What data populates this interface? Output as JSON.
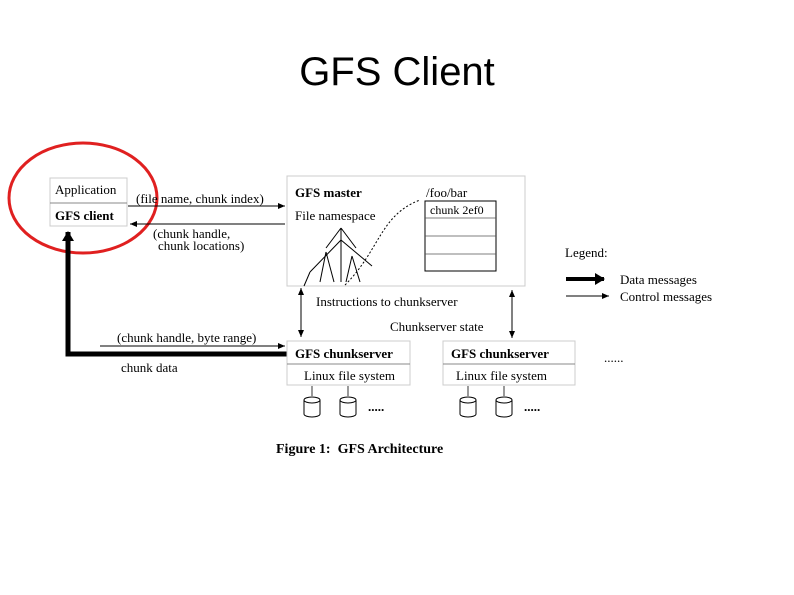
{
  "slide": {
    "title": "GFS Client"
  },
  "diagram": {
    "client": {
      "application_label": "Application",
      "client_label": "GFS client"
    },
    "master": {
      "title": "GFS master",
      "namespace_label": "File namespace",
      "path_label": "/foo/bar",
      "chunk_label": "chunk 2ef0"
    },
    "messages": {
      "request": "(file name, chunk index)",
      "reply_line1": "(chunk handle,",
      "reply_line2": "chunk locations)",
      "instructions": "Instructions to chunkserver",
      "chunkserver_state": "Chunkserver state",
      "data_request": "(chunk handle, byte range)",
      "chunk_data": "chunk data"
    },
    "chunkservers": [
      {
        "title": "GFS chunkserver",
        "fs_label": "Linux file system",
        "more": "....."
      },
      {
        "title": "GFS chunkserver",
        "fs_label": "Linux file system",
        "more": "....."
      }
    ],
    "more_servers": "......",
    "legend": {
      "title": "Legend:",
      "data_messages": "Data messages",
      "control_messages": "Control messages"
    },
    "caption": "Figure 1:  GFS Architecture",
    "highlight_color": "#e02020"
  }
}
